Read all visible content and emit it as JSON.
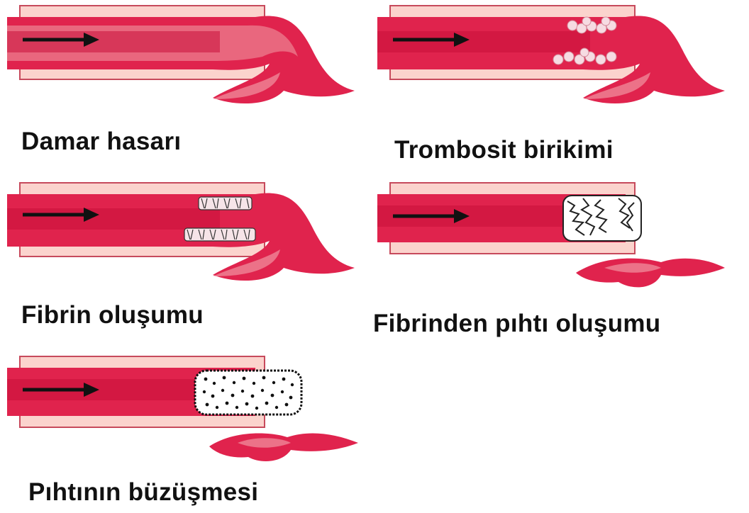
{
  "colors": {
    "vessel_wall": "#fbd3cd",
    "vessel_inner": "#e8d0c8",
    "vessel_lumen": "#e0234d",
    "vessel_core": "#c8103a",
    "vessel_outline": "#b01738",
    "arrow": "#111111",
    "platelet": "#f6dbe2",
    "clot_dark": "#111111"
  },
  "panels": [
    {
      "id": "damar-hasari",
      "caption": "Damar hasarı",
      "stage": "vessel-injury"
    },
    {
      "id": "trombosit-birikimi",
      "caption": "Trombosit birikimi",
      "stage": "platelet-accumulation"
    },
    {
      "id": "fibrin-olusumu",
      "caption": "Fibrin oluşumu",
      "stage": "fibrin-formation"
    },
    {
      "id": "fibrinden-pihti",
      "caption": "Fibrinden pıhtı oluşumu",
      "stage": "clot-formation"
    },
    {
      "id": "pihtinin-buzusmesi",
      "caption": "Pıhtının büzüşmesi",
      "stage": "clot-retraction"
    }
  ]
}
